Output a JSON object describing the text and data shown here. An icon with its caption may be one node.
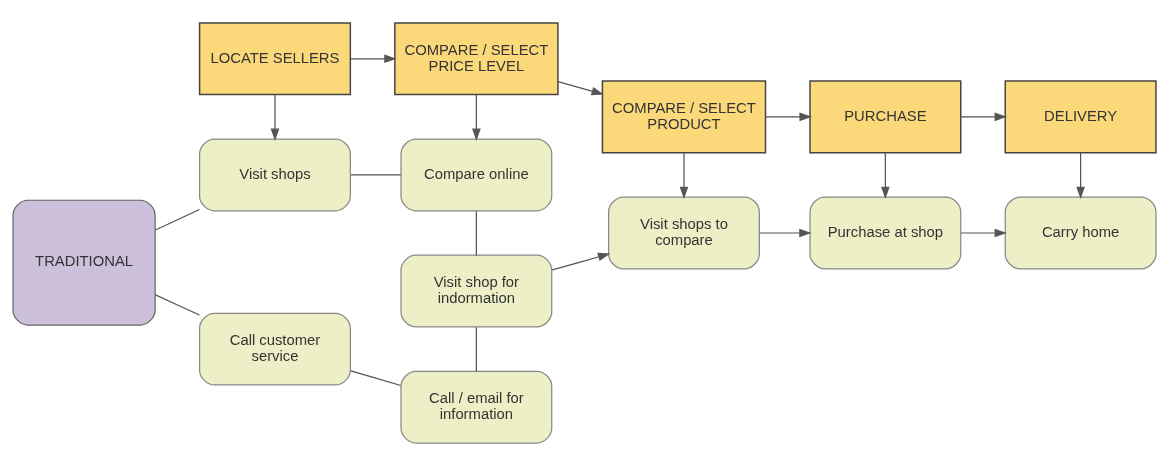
{
  "diagram": {
    "nodes": [
      {
        "text": [
          "LOCATE SELLERS"
        ]
      },
      {
        "text": [
          "COMPARE / SELECT PRICE LEVEL"
        ]
      },
      {
        "text": [
          "COMPARE / SELECT PRODUCT"
        ]
      },
      {
        "text": [
          "PURCHASE"
        ]
      },
      {
        "text": [
          "DELIVERY"
        ]
      },
      {
        "text": [
          "TRADITIONAL"
        ]
      },
      {
        "text": [
          "Visit shops"
        ]
      },
      {
        "text": [
          "Compare online"
        ]
      },
      {
        "text": [
          "Visit shop for indormation"
        ]
      },
      {
        "text": [
          "Visit shops to compare"
        ]
      },
      {
        "text": [
          "Purchase at shop"
        ]
      },
      {
        "text": [
          "Carry home"
        ]
      },
      {
        "text": [
          "Call customer service"
        ]
      },
      {
        "text": [
          "Call / email for information"
        ]
      }
    ],
    "edges": [
      {
        "from": 0,
        "to": 1,
        "arrow": "to"
      },
      {
        "from": 1,
        "to": 2,
        "arrow": "to"
      },
      {
        "from": 2,
        "to": 3,
        "arrow": "to"
      },
      {
        "from": 3,
        "to": 4,
        "arrow": "to"
      },
      {
        "from": 0,
        "to": 6,
        "arrow": "to"
      },
      {
        "from": 1,
        "to": 7,
        "arrow": "to"
      },
      {
        "from": 2,
        "to": 9,
        "arrow": "to"
      },
      {
        "from": 3,
        "to": 10,
        "arrow": "to"
      },
      {
        "from": 4,
        "to": 11,
        "arrow": "to"
      },
      {
        "from": 5,
        "to": 6,
        "arrow": "none"
      },
      {
        "from": 5,
        "to": 12,
        "arrow": "none"
      },
      {
        "from": 6,
        "to": 7,
        "arrow": "none"
      },
      {
        "from": 7,
        "to": 8,
        "arrow": "none"
      },
      {
        "from": 8,
        "to": 13,
        "arrow": "none"
      },
      {
        "from": 12,
        "to": 13,
        "arrow": "none"
      },
      {
        "from": 8,
        "to": 9,
        "arrow": "to"
      },
      {
        "from": 9,
        "to": 10,
        "arrow": "to"
      },
      {
        "from": 10,
        "to": 11,
        "arrow": "to"
      }
    ]
  }
}
